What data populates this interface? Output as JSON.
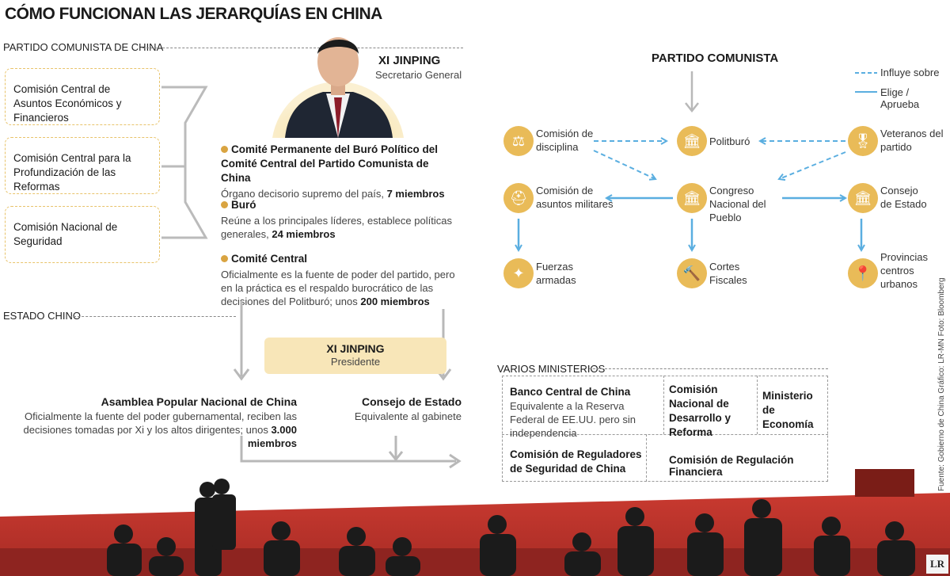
{
  "title": "CÓMO FUNCIONAN LAS JERARQUÍAS EN CHINA",
  "sections": {
    "party": "PARTIDO COMUNISTA DE CHINA",
    "state": "ESTADO CHINO"
  },
  "commissions": [
    "Comisión Central de Asuntos Económicos y Financieros",
    "Comisión Central para la Profundización de las Reformas",
    "Comisión Nacional de Seguridad"
  ],
  "leader": {
    "name": "XI JINPING",
    "role": "Secretario General"
  },
  "party_bodies": [
    {
      "name": "Comité Permanente del Buró Político del Comité Central del Partido Comunista de China",
      "desc": "Órgano decisorio supremo del país,",
      "count": "7 miembros"
    },
    {
      "name": "Buró",
      "desc": "Reúne a los principales líderes, establece políticas generales,",
      "count": "24 miembros"
    },
    {
      "name": "Comité Central",
      "desc": "Oficialmente es la fuente de poder del partido, pero en la práctica es el respaldo burocrático de las decisiones del Politburó; unos",
      "count": "200 miembros"
    }
  ],
  "president": {
    "name": "XI JINPING",
    "role": "Presidente"
  },
  "assembly": {
    "name": "Asamblea Popular Nacional de China",
    "desc": "Oficialmente la fuente del poder gubernamental, reciben las decisiones tomadas por Xi y los altos dirigentes; unos",
    "count": "3.000 miembros"
  },
  "state_council": {
    "name": "Consejo de Estado",
    "desc": "Equivalente al gabinete"
  },
  "diagram": {
    "title": "PARTIDO COMUNISTA",
    "legend": {
      "influence": "Influye sobre",
      "elect": "Elige / Aprueba"
    },
    "nodes": {
      "discipline": "Comisión de disciplina",
      "politburo": "Politburó",
      "veterans": "Veteranos del partido",
      "military": "Comisión de asuntos militares",
      "congress": "Congreso Nacional del Pueblo",
      "state": "Consejo de Estado",
      "armed": "Fuerzas armadas",
      "courts": "Cortes Fiscales",
      "provinces": "Provincias centros urbanos"
    }
  },
  "ministries": {
    "header": "VARIOS MINISTERIOS",
    "bank_name": "Banco Central de China",
    "bank_desc": "Equivalente a la Reserva Federal de EE.UU. pero sin independencia",
    "development": "Comisión Nacional de Desarrollo y Reforma",
    "economy": "Ministerio de Economía",
    "securities": "Comisión de Reguladores de Seguridad de China",
    "financial": "Comisión de Regulación Financiera"
  },
  "source": "Fuente: Gobierno de China  Gráfico: LR-MN  Foto: Bloomberg",
  "logo": "LR",
  "colors": {
    "gold": "#e9bb58",
    "gold_light": "#f8e6b8",
    "arrow_blue": "#5aaee0",
    "stage_red": "#b5302a"
  }
}
